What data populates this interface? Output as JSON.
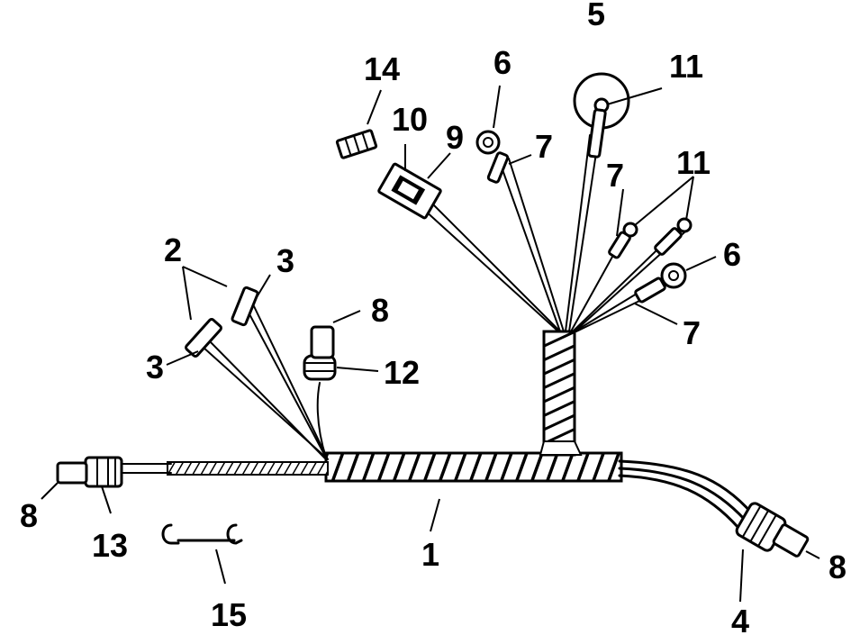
{
  "colors": {
    "ink": "#000000",
    "paper": "#ffffff"
  },
  "callouts": {
    "n1": "1",
    "n2": "2",
    "n3a": "3",
    "n3b": "3",
    "n4": "4",
    "n5": "5",
    "n6a": "6",
    "n6b": "6",
    "n7a": "7",
    "n7b": "7",
    "n7c": "7",
    "n8a": "8",
    "n8b": "8",
    "n8c": "8",
    "n9": "9",
    "n10": "10",
    "n11a": "11",
    "n11b": "11",
    "n12": "12",
    "n13": "13",
    "n14": "14",
    "n15": "15"
  }
}
